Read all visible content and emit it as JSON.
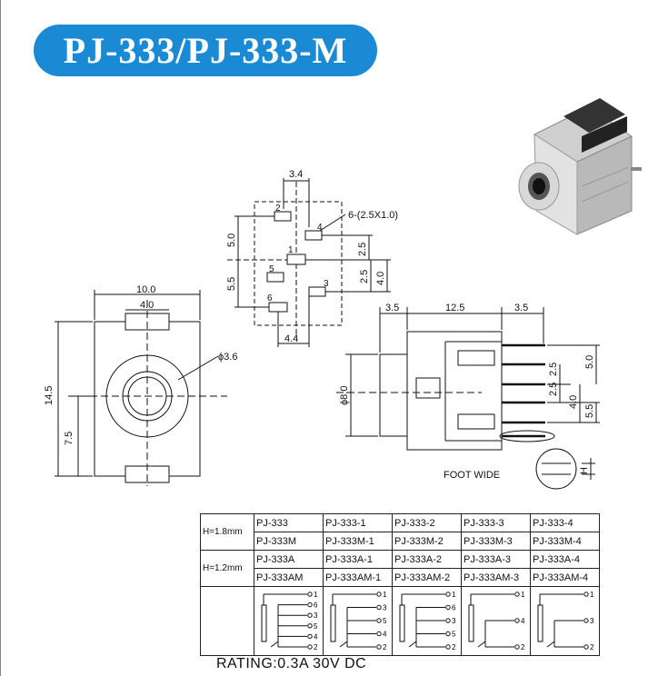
{
  "title": "PJ-333/PJ-333-M",
  "colors": {
    "title_bg": "#1a8ad4",
    "title_text": "#ffffff",
    "line": "#111111"
  },
  "front_view": {
    "width": "10.0",
    "slot": "4.0",
    "height": "14.5",
    "half": "7.5",
    "hole": "ϕ3.6"
  },
  "pcb_layout": {
    "top": "3.4",
    "left_upper": "5.0",
    "left_lower": "5.5",
    "pad": "6-(2.5X1.0)",
    "right_a": "2.5",
    "right_b": "2.5",
    "right_c": "4.0",
    "bottom": "4.4",
    "pins": [
      "1",
      "2",
      "3",
      "4",
      "5",
      "6"
    ]
  },
  "side_view": {
    "a": "3.5",
    "b": "12.5",
    "c": "3.5",
    "dia": "ϕ8.0",
    "r1": "5.0",
    "r2": "2.5",
    "r3": "2.5",
    "r4": "4.0",
    "r5": "5.5",
    "foot": "FOOT WIDE",
    "h": "H"
  },
  "table": {
    "rows": [
      {
        "h": "H=1.8mm",
        "cells": [
          [
            "PJ-333",
            "PJ-333M"
          ],
          [
            "PJ-333-1",
            "PJ-333M-1"
          ],
          [
            "PJ-333-2",
            "PJ-333M-2"
          ],
          [
            "PJ-333-3",
            "PJ-333M-3"
          ],
          [
            "PJ-333-4",
            "PJ-333M-4"
          ]
        ]
      },
      {
        "h": "H=1.2mm",
        "cells": [
          [
            "PJ-333A",
            "PJ-333AM"
          ],
          [
            "PJ-333A-1",
            "PJ-333AM-1"
          ],
          [
            "PJ-333A-2",
            "PJ-333AM-2"
          ],
          [
            "PJ-333A-3",
            "PJ-333AM-3"
          ],
          [
            "PJ-333A-4",
            "PJ-333AM-4"
          ]
        ]
      }
    ],
    "schematic_pins": [
      [
        "1",
        "6",
        "3",
        "5",
        "4",
        "2"
      ],
      [
        "1",
        "3",
        "5",
        "4",
        "2"
      ],
      [
        "1",
        "6",
        "3",
        "5",
        "2"
      ],
      [
        "1",
        "4",
        "2"
      ],
      [
        "1",
        "3",
        "2"
      ]
    ]
  },
  "rating": "RATING:0.3A 30V DC"
}
